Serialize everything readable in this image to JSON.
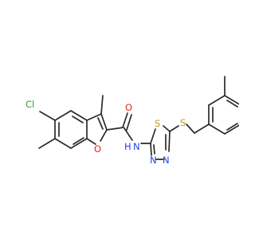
{
  "molecule": {
    "atom_labels": {
      "chlorine": "Cl",
      "furan_oxygen": "O",
      "carbonyl_oxygen": "O",
      "amide_nitrogen": "N",
      "amide_hydrogen": "H",
      "ring_sulfur": "S",
      "thioether_sulfur": "S",
      "ring_nitrogen_left": "N",
      "ring_nitrogen_right": "N"
    },
    "colors": {
      "bond": "#2b2b2b",
      "chlorine": "#2ea32e",
      "oxygen": "#e8231c",
      "nitrogen": "#2343e6",
      "sulfur": "#b9a21c",
      "background": "#ffffff"
    }
  }
}
